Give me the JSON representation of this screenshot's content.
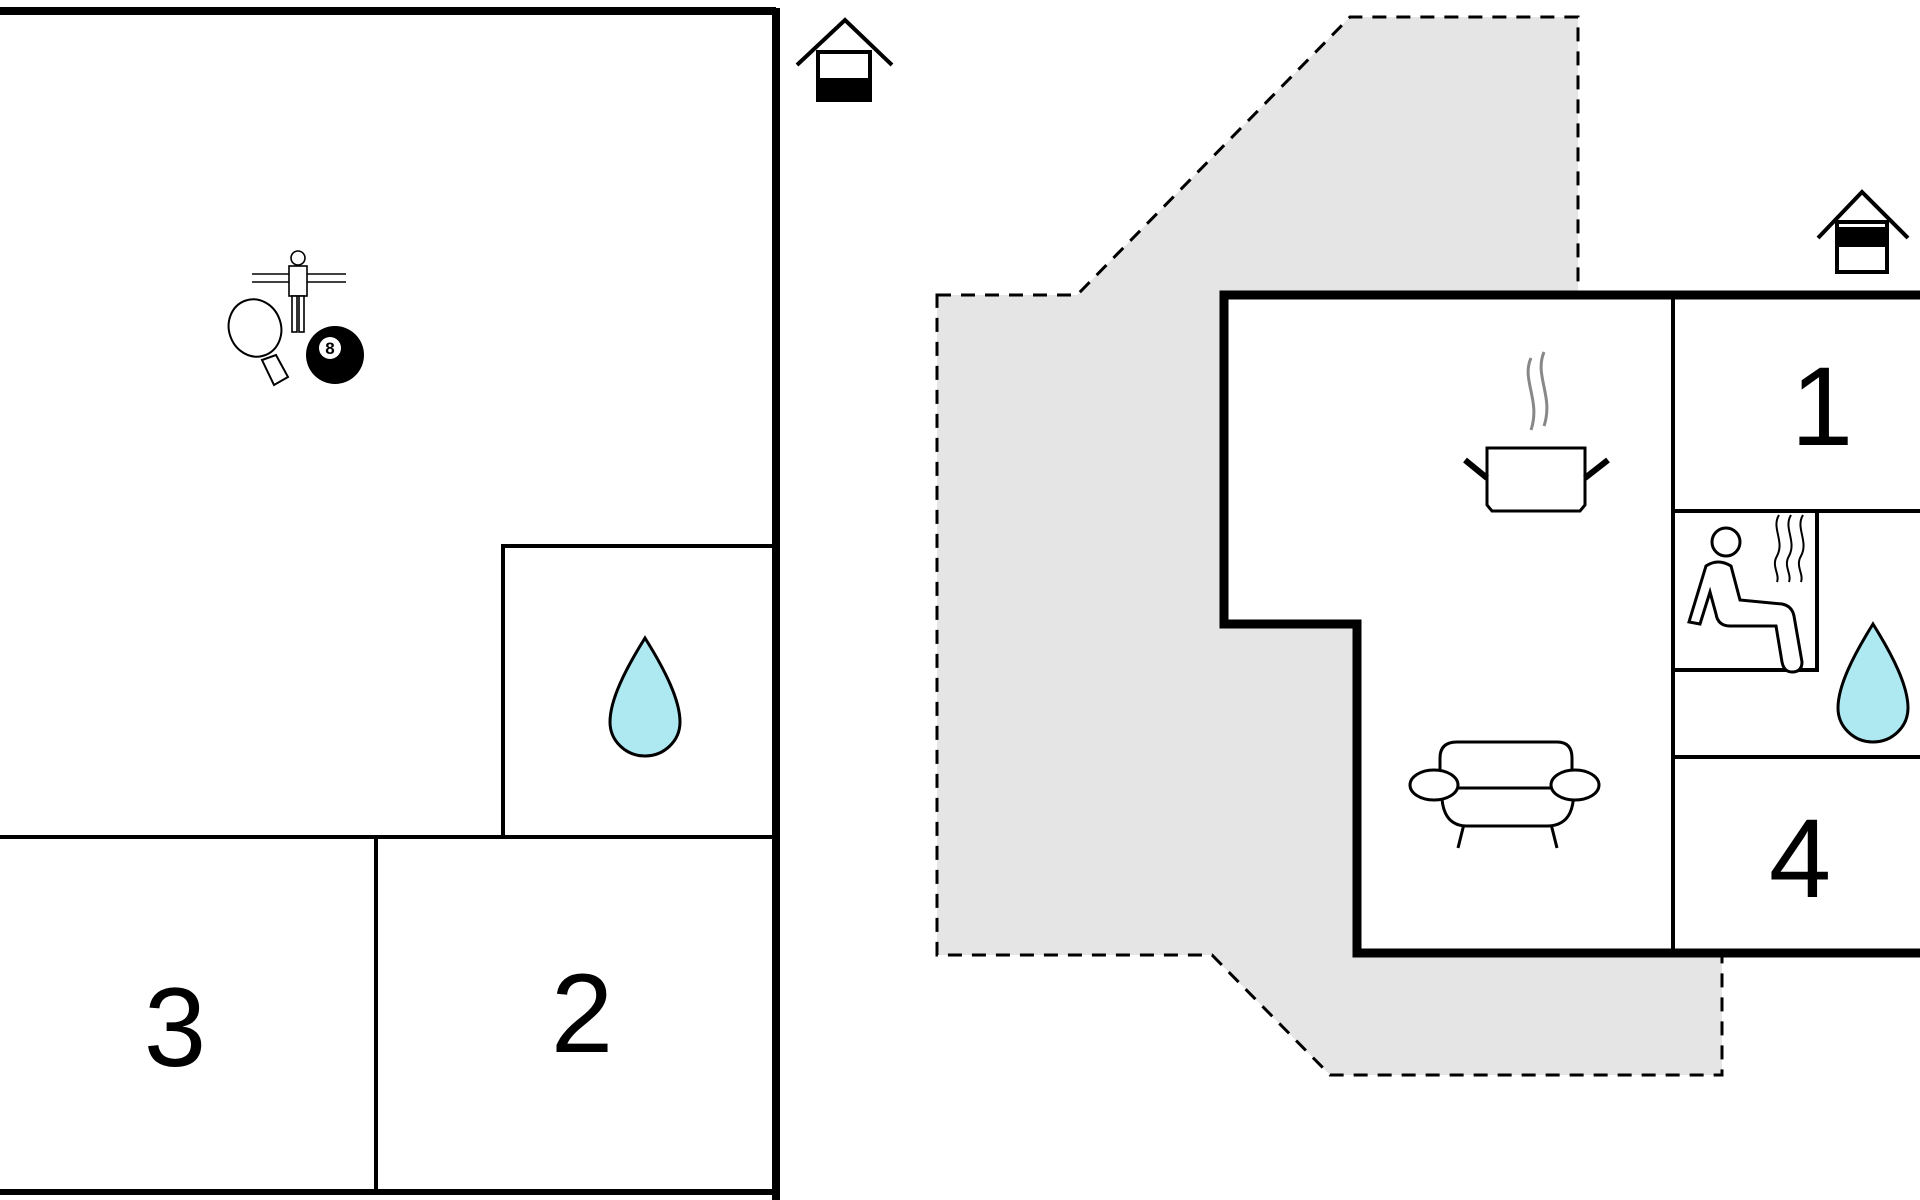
{
  "floor_plan": {
    "left_building": {
      "rooms": [
        {
          "id": "room-3",
          "label": "3"
        },
        {
          "id": "room-2",
          "label": "2"
        }
      ],
      "icons": [
        "house-entrance-icon",
        "table-football-icon",
        "table-tennis-icon",
        "billiard-ball-icon",
        "water-drop-icon"
      ],
      "billiard_ball_number": "8"
    },
    "right_building": {
      "rooms": [
        {
          "id": "room-1",
          "label": "1"
        },
        {
          "id": "room-4",
          "label": "4"
        }
      ],
      "icons": [
        "house-entrance-icon",
        "cooking-pot-icon",
        "sofa-icon",
        "sauna-icon",
        "water-drop-icon"
      ]
    },
    "terrace": {
      "fill": "#e5e5e5",
      "style": "dashed"
    },
    "colors": {
      "wall": "#000000",
      "water_drop": "#aee9f2",
      "steam": "#888888",
      "terrace": "#e5e5e5"
    }
  }
}
